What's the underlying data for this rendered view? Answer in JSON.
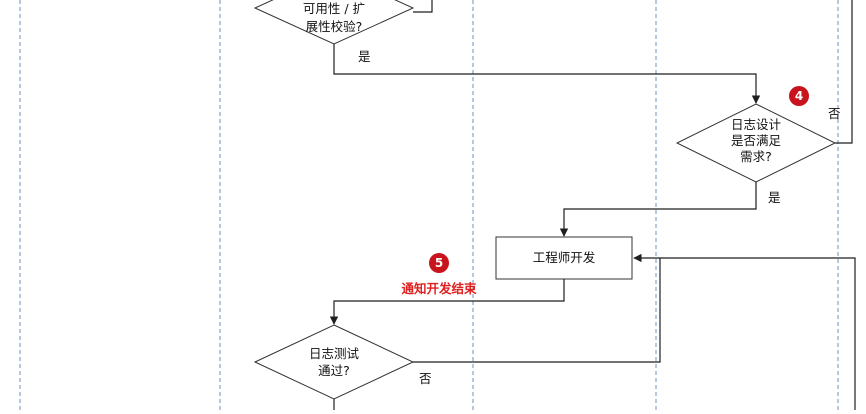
{
  "colors": {
    "badge": "#c8141c",
    "note": "#e02020",
    "lane": "#6f8fbf"
  },
  "nodes": {
    "decision_top": {
      "lines": [
        "可用性 / 扩",
        "展性校验?"
      ]
    },
    "decision_log_design": {
      "lines": [
        "日志设计",
        "是否满足",
        "需求?"
      ]
    },
    "process_dev": {
      "label": "工程师开发"
    },
    "decision_log_test": {
      "lines": [
        "日志测试",
        "通过?"
      ]
    }
  },
  "labels": {
    "yes_top": "是",
    "no_right": "否",
    "yes_mid": "是",
    "no_bottom": "否"
  },
  "badges": {
    "step4": "4",
    "step5": "5"
  },
  "notes": {
    "notify_dev_done": "通知开发结束"
  }
}
